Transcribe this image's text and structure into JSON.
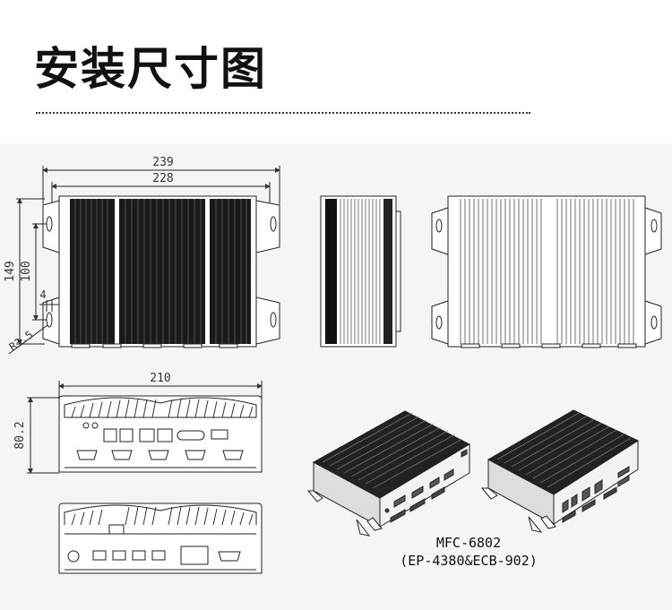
{
  "page": {
    "title": "安装尺寸图"
  },
  "top_view": {
    "dims": {
      "overall_width": "239",
      "body_width": "228",
      "height": "149",
      "mount_spacing": "100",
      "slot_width": "4",
      "radius": "R3.5"
    }
  },
  "front_view": {
    "dims": {
      "width": "210",
      "height": "80.2"
    }
  },
  "product_captions": {
    "model": "MFC-6802",
    "variants": "(EP-4380&ECB-902)"
  }
}
